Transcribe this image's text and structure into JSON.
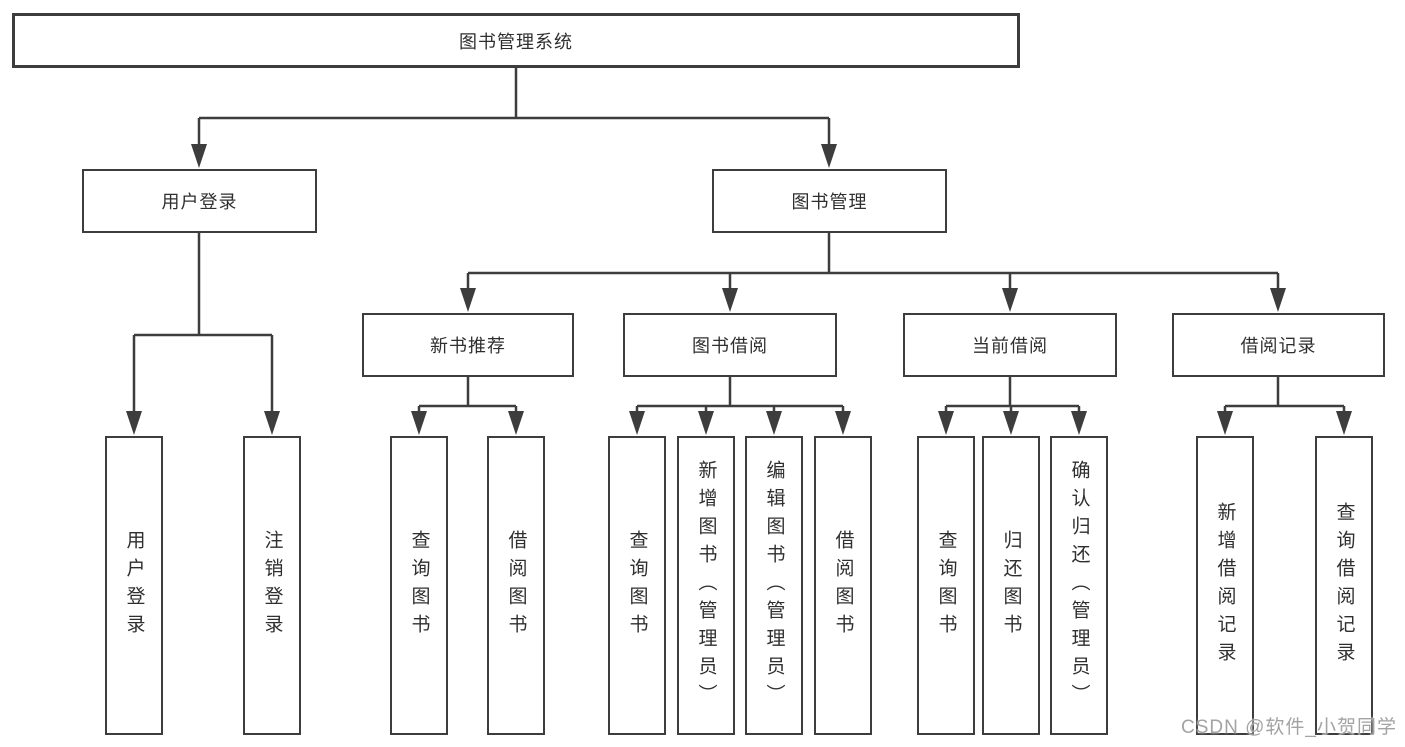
{
  "tree": {
    "label": "图书管理系统",
    "children": [
      {
        "label": "用户登录",
        "children": [
          {
            "label": "用户登录"
          },
          {
            "label": "注销登录"
          }
        ]
      },
      {
        "label": "图书管理",
        "children": [
          {
            "label": "新书推荐",
            "children": [
              {
                "label": "查询图书"
              },
              {
                "label": "借阅图书"
              }
            ]
          },
          {
            "label": "图书借阅",
            "children": [
              {
                "label": "查询图书"
              },
              {
                "label": "新增图书（管理员）"
              },
              {
                "label": "编辑图书（管理员）"
              },
              {
                "label": "借阅图书"
              }
            ]
          },
          {
            "label": "当前借阅",
            "children": [
              {
                "label": "查询图书"
              },
              {
                "label": "归还图书"
              },
              {
                "label": "确认归还（管理员）"
              }
            ]
          },
          {
            "label": "借阅记录",
            "children": [
              {
                "label": "新增借阅记录"
              },
              {
                "label": "查询借阅记录"
              }
            ]
          }
        ]
      }
    ]
  },
  "watermark": {
    "text": "CSDN @软件_小贺同学"
  },
  "colors": {
    "line": "#3d3d3d",
    "box_border": "#3d3d3d",
    "text": "#2f2f2f",
    "background": "#ffffff",
    "watermark": "#a3a3a3"
  }
}
